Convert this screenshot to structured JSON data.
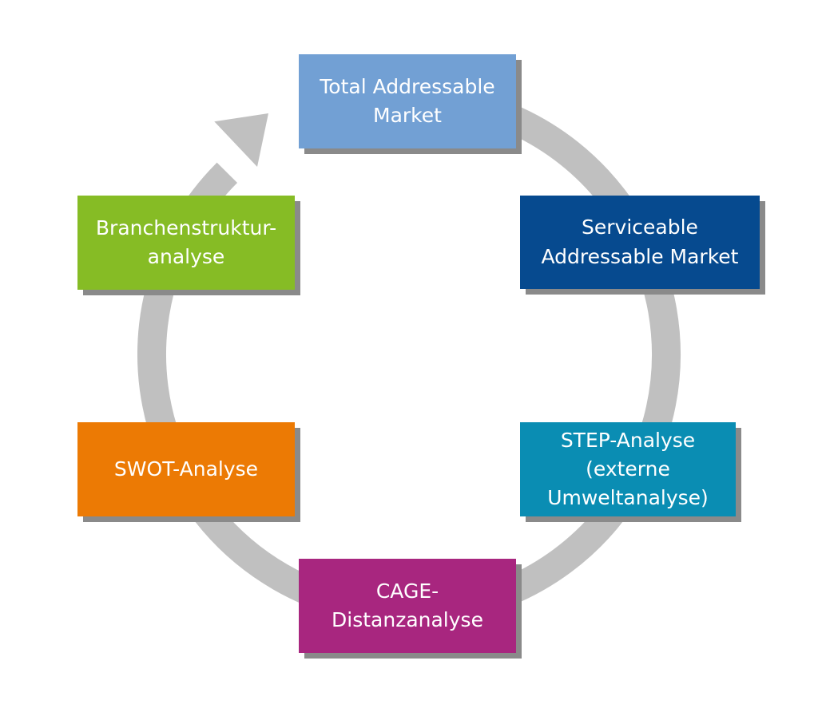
{
  "diagram": {
    "type": "cycle",
    "direction": "clockwise",
    "arrow_color": "#c0c0c0",
    "shadow_color": "#8a8a8a",
    "nodes": [
      {
        "id": "tam",
        "label": "Total Addressable\nMarket",
        "color": "#72a0d4"
      },
      {
        "id": "sam",
        "label": "Serviceable\nAddressable Market",
        "color": "#064a8f"
      },
      {
        "id": "step",
        "label": "STEP-Analyse\n(externe\nUmweltanalyse)",
        "color": "#0a8db3"
      },
      {
        "id": "cage",
        "label": "CAGE-\nDistanzanalyse",
        "color": "#a8267f"
      },
      {
        "id": "swot",
        "label": "SWOT-Analyse",
        "color": "#ec7a04"
      },
      {
        "id": "bsa",
        "label": "Branchenstruktur-\nanalyse",
        "color": "#86bc25"
      }
    ]
  }
}
